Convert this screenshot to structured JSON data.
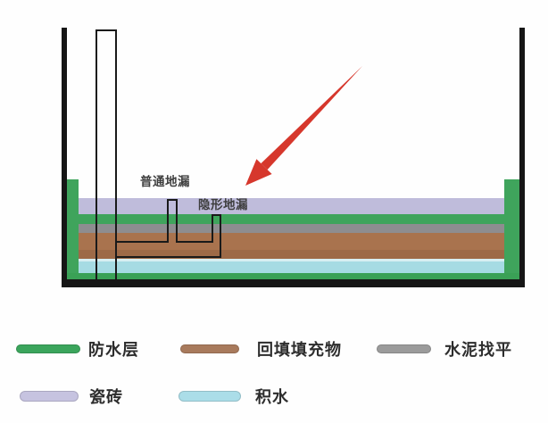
{
  "diagram": {
    "annotations": {
      "ordinary_drain_label": "普通地漏",
      "hidden_drain_label": "隐形地漏"
    },
    "colors": {
      "tile": "#bfbcdb",
      "waterproof": "#3fa45c",
      "cement": "#8e8d90",
      "backfill": "#a9734e",
      "water": "#a6dbe3",
      "bottom_waterproof": "#3aa156",
      "structure": "#161616",
      "pipe_line": "#1a1a1a",
      "arrow": "#d6372c"
    }
  },
  "legend": {
    "items": [
      {
        "label": "防水层",
        "color": "#3ba55c"
      },
      {
        "label": "回填填充物",
        "color": "#a87a5c"
      },
      {
        "label": "水泥找平",
        "color": "#9b9b9b"
      },
      {
        "label": "瓷砖",
        "color": "#c6c3e0"
      },
      {
        "label": "积水",
        "color": "#abdde8"
      }
    ]
  }
}
